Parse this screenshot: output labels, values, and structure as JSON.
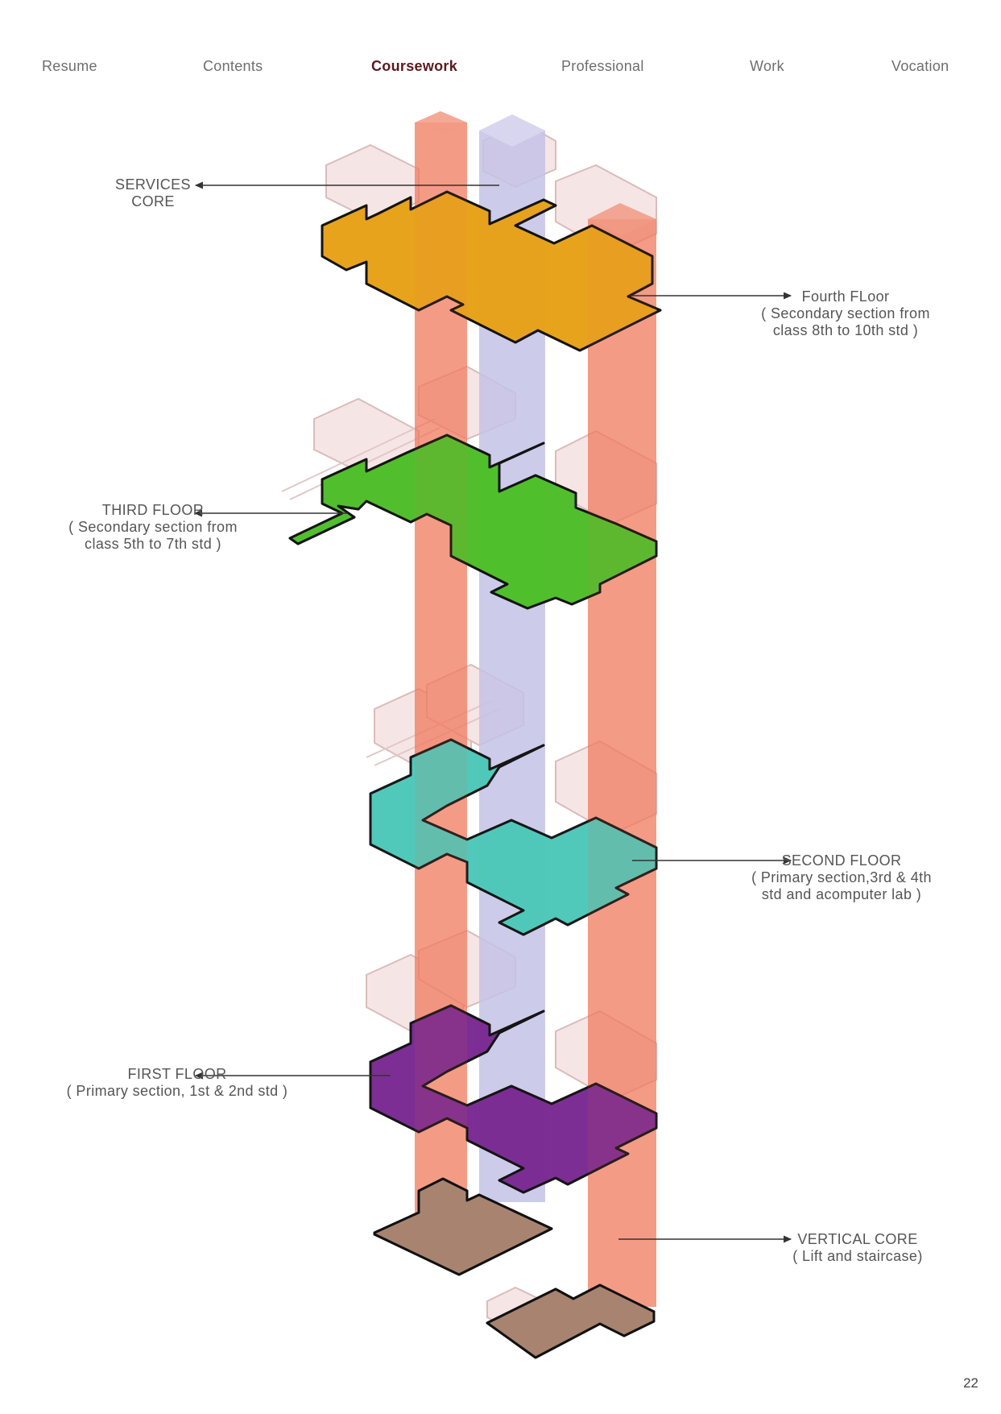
{
  "nav": {
    "items": [
      "Resume",
      "Contents",
      "Coursework",
      "Professional",
      "Work",
      "Vocation"
    ],
    "active": "Coursework"
  },
  "labels": {
    "services_core": [
      "SERVICES",
      "CORE"
    ],
    "fourth_floor": [
      "Fourth FLoor",
      "( Secondary section from",
      "class 8th to 10th std )"
    ],
    "third_floor": [
      "THIRD FLOOR",
      "( Secondary section from",
      "class 5th to 7th std )"
    ],
    "second_floor": [
      "SECOND FLOOR",
      "( Primary section,3rd & 4th",
      "std and acomputer lab )"
    ],
    "first_floor": [
      "FIRST FLOOR",
      "( Primary section, 1st & 2nd std )"
    ],
    "vertical_core": [
      "VERTICAL CORE",
      "( Lift and staircase)"
    ]
  },
  "colors": {
    "fourth_floor": "#e8a21a",
    "third_floor": "#4fbf2a",
    "second_floor": "#4cc8b8",
    "first_floor": "#7b2a92",
    "ground": "#a88470",
    "vertical_core": "#f07a5e",
    "services_core": "#b8b6e0",
    "active_nav": "#5c1a1f"
  },
  "page_number": "22"
}
